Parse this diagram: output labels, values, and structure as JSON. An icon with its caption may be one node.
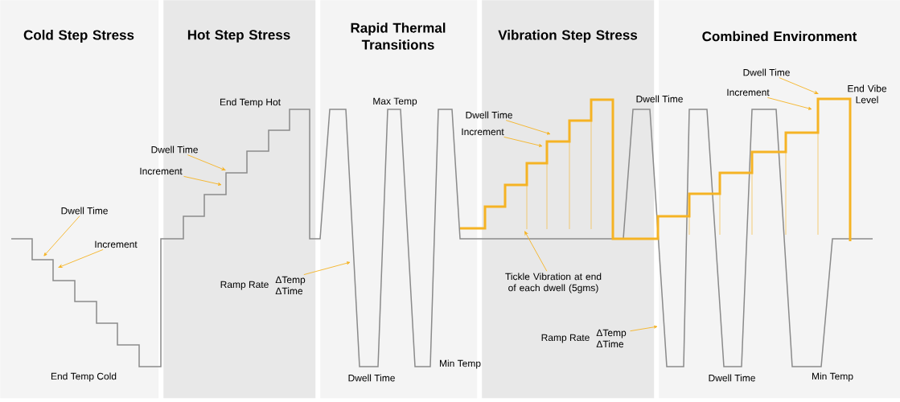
{
  "diagram": {
    "nodes": [
      {
        "text": [
          "Cold Step Stress"
        ]
      },
      {
        "text": [
          "Hot Step Stress"
        ]
      },
      {
        "text": [
          "Rapid Thermal Transitions"
        ]
      },
      {
        "text": [
          "Vibration Step Stress"
        ]
      },
      {
        "text": [
          "Combined Environment"
        ]
      },
      {
        "text": [
          "Dwell Time"
        ],
        "in": 0
      },
      {
        "text": [
          "Increment"
        ],
        "in": 0
      },
      {
        "text": [
          "Dwell Time"
        ]
      },
      {
        "text": [
          "Increment"
        ]
      },
      {
        "text": [
          "Ramp Rate",
          "ΔTemp ΔTime"
        ],
        "in": 1
      },
      {
        "text": [
          "Dwell Time"
        ],
        "in": 3
      },
      {
        "text": [
          "Increment"
        ],
        "in": 3
      },
      {
        "text": [
          "Tickle Vibration at end of each dwell (5gms)"
        ],
        "in": 3
      },
      {
        "text": [
          "Ramp Rate",
          "ΔTemp ΔTime"
        ],
        "in": 3
      },
      {
        "text": [
          "Dwell Time"
        ],
        "in": 4
      },
      {
        "text": [
          "Increment"
        ],
        "in": 4
      }
    ],
    "edges": [
      {
        "from": 5,
        "to": null,
        "arrow": "to"
      },
      {
        "from": 6,
        "to": null,
        "arrow": "to"
      },
      {
        "from": 7,
        "to": null,
        "arrow": "to"
      },
      {
        "from": 8,
        "to": null,
        "arrow": "to"
      },
      {
        "from": 9,
        "to": 2,
        "arrow": "to"
      },
      {
        "from": 10,
        "to": null,
        "arrow": "to"
      },
      {
        "from": 11,
        "to": null,
        "arrow": "to"
      },
      {
        "from": 12,
        "to": null,
        "arrow": "to"
      },
      {
        "from": 13,
        "to": null,
        "arrow": "to"
      },
      {
        "from": 14,
        "to": null,
        "arrow": "to"
      },
      {
        "from": 15,
        "to": null,
        "arrow": "to"
      }
    ],
    "labels": [
      "End Temp Cold",
      "End Temp Hot",
      "Max Temp",
      "Dwell Time",
      "Min Temp",
      "Dwell Time",
      "End Vibe Level",
      "Dwell Time",
      "Min Temp"
    ]
  }
}
